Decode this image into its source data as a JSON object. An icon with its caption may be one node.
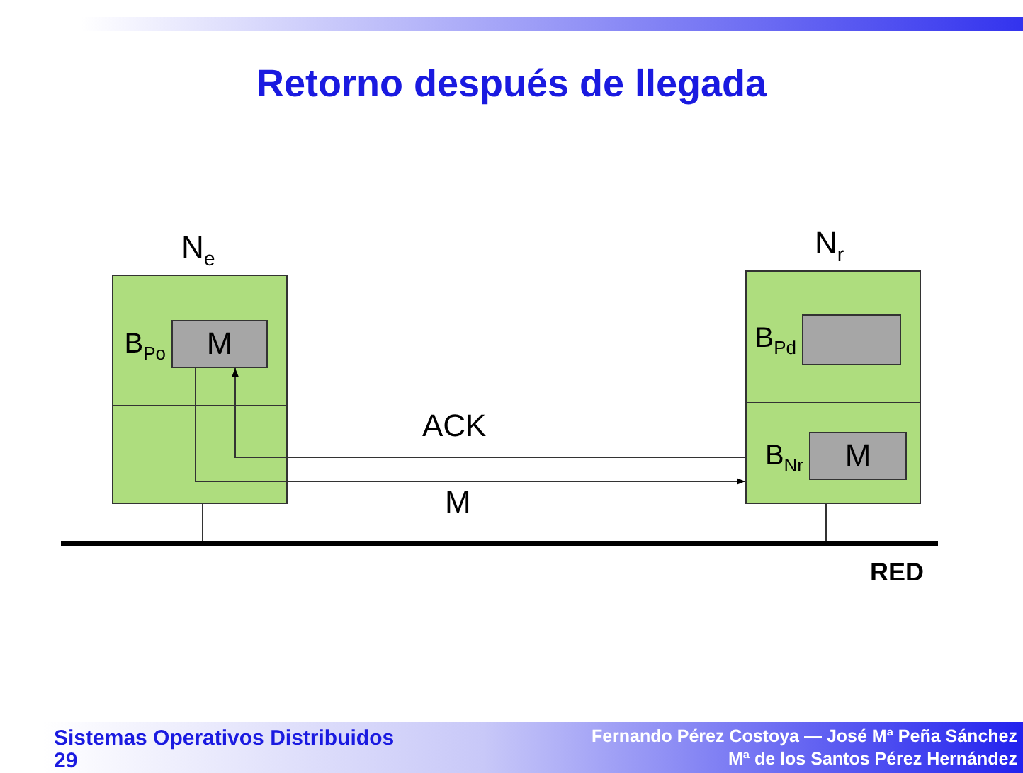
{
  "diagram": {
    "title": "Retorno después de llegada",
    "nodes": [
      {
        "text": [
          "N$_{e}$"
        ]
      },
      {
        "text": [
          "M"
        ],
        "beside": [
          "B$_{Po}$"
        ],
        "in": 0
      },
      {
        "text": [
          "N$_{r}$"
        ]
      },
      {
        "text": [],
        "shape": "box",
        "beside": [
          "B$_{Pd}$"
        ],
        "in": 2
      },
      {
        "text": [
          "M"
        ],
        "beside": [
          "B$_{Nr}$"
        ],
        "in": 2
      },
      {
        "text": [],
        "shape": "bar",
        "beside": [
          "RED"
        ]
      }
    ],
    "edges": [
      {
        "from": 1,
        "to": 2,
        "arrow": "to",
        "label": "M"
      },
      {
        "from": 2,
        "to": 1,
        "arrow": "to",
        "label": "ACK"
      },
      {
        "from": 0,
        "to": 5,
        "arrow": "none"
      },
      {
        "from": 2,
        "to": 5,
        "arrow": "none"
      }
    ],
    "labels": [
      "Sistemas Operativos Distribuidos",
      "29",
      "Fernando Pérez Costoya — José Mª Peña Sánchez",
      "Mª de los Santos Pérez Hernández"
    ]
  }
}
